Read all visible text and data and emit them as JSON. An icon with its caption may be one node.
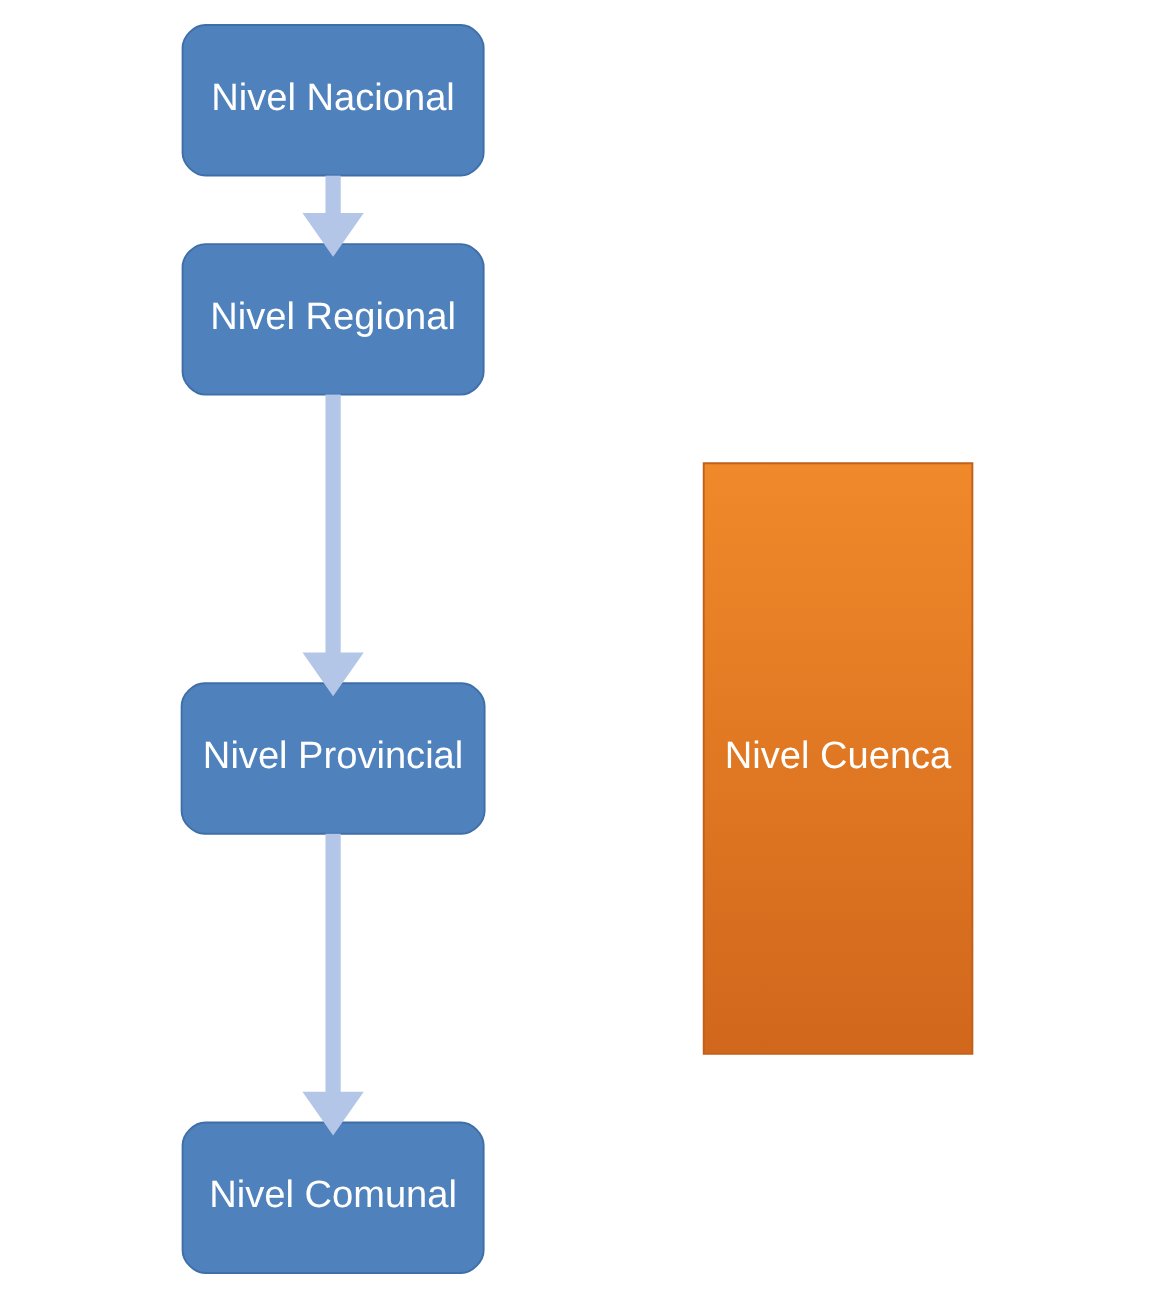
{
  "diagram": {
    "nodes": [
      {
        "text": [
          "Nivel Nacional"
        ]
      },
      {
        "text": [
          "Nivel Regional"
        ]
      },
      {
        "text": [
          "Nivel Provincial"
        ]
      },
      {
        "text": [
          "Nivel Comunal"
        ]
      },
      {
        "text": [
          "Nivel Cuenca"
        ]
      }
    ],
    "edges": [
      {
        "from": 0,
        "to": 1,
        "arrow": "to"
      },
      {
        "from": 1,
        "to": 2,
        "arrow": "to"
      },
      {
        "from": 2,
        "to": 3,
        "arrow": "to"
      }
    ]
  }
}
